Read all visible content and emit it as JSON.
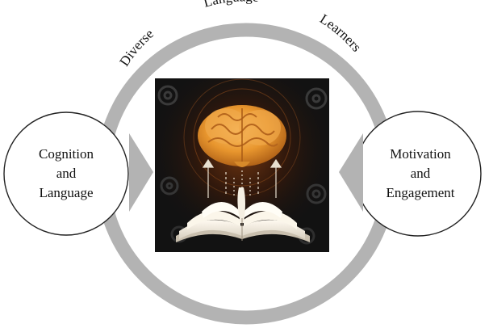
{
  "diagram": {
    "arc_words": [
      "Diverse",
      "Language",
      "Learners"
    ],
    "left_node": {
      "lines": [
        "Cognition",
        "and",
        "Language"
      ]
    },
    "right_node": {
      "lines": [
        "Motivation",
        "and",
        "Engagement"
      ]
    },
    "center_image": {
      "icons": [
        "glowing-brain-icon",
        "open-book-icon",
        "gear-icon"
      ]
    },
    "colors": {
      "ring": "#b3b3b3",
      "arrow": "#b3b3b3",
      "node_border": "#222222",
      "brain": "#e8962e",
      "image_bg": "#121212"
    }
  }
}
